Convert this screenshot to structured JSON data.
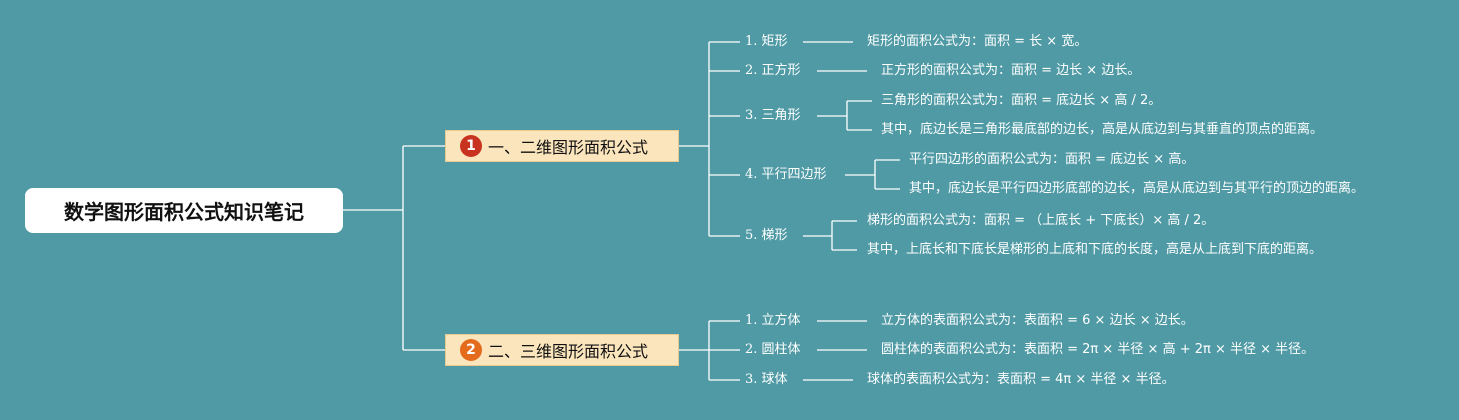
{
  "root": {
    "title": "数学图形面积公式知识笔记"
  },
  "branches": [
    {
      "badge": "1",
      "label": "一、二维图形面积公式",
      "badge_color": "#c8331f"
    },
    {
      "badge": "2",
      "label": "二、三维图形面积公式",
      "badge_color": "#e46b1c"
    }
  ],
  "shapes2d": [
    {
      "label": "1. 矩形",
      "notes": [
        "矩形的面积公式为：面积 = 长 × 宽。"
      ]
    },
    {
      "label": "2. 正方形",
      "notes": [
        "正方形的面积公式为：面积 = 边长 × 边长。"
      ]
    },
    {
      "label": "3. 三角形",
      "notes": [
        "三角形的面积公式为：面积 = 底边长 × 高 / 2。",
        "其中，底边长是三角形最底部的边长，高是从底边到与其垂直的顶点的距离。"
      ]
    },
    {
      "label": "4. 平行四边形",
      "notes": [
        "平行四边形的面积公式为：面积 = 底边长 × 高。",
        "其中，底边长是平行四边形底部的边长，高是从底边到与其平行的顶边的距离。"
      ]
    },
    {
      "label": "5. 梯形",
      "notes": [
        "梯形的面积公式为：面积 = （上底长 + 下底长）× 高 / 2。",
        "其中，上底长和下底长是梯形的上底和下底的长度，高是从上底到下底的距离。"
      ]
    }
  ],
  "shapes3d": [
    {
      "label": "1. 立方体",
      "notes": [
        "立方体的表面积公式为：表面积 = 6 × 边长 × 边长。"
      ]
    },
    {
      "label": "2. 圆柱体",
      "notes": [
        "圆柱体的表面积公式为：表面积 = 2π × 半径 × 高 + 2π × 半径 × 半径。"
      ]
    },
    {
      "label": "3. 球体",
      "notes": [
        "球体的表面积公式为：表面积 = 4π × 半径 × 半径。"
      ]
    }
  ],
  "colors": {
    "background": "#4f9aa5",
    "line": "#ffffff",
    "branch_fill": "#fbe5bd"
  }
}
